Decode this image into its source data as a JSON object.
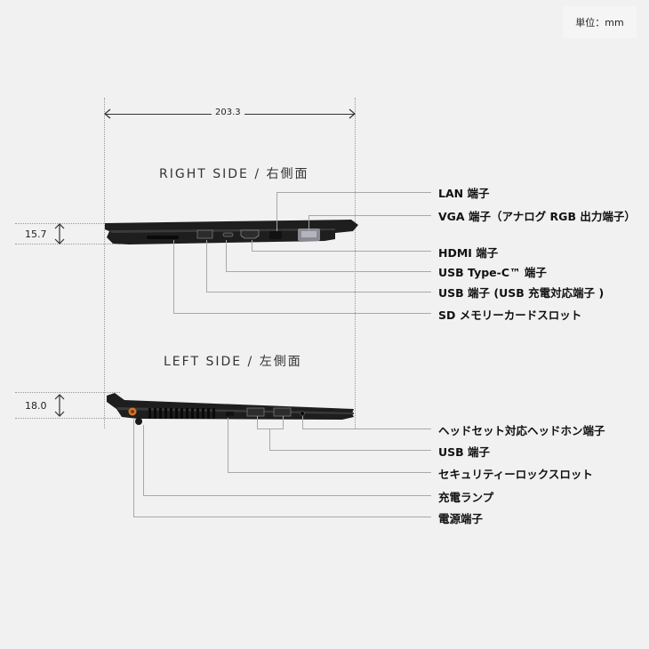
{
  "unit_badge": "単位：mm",
  "width_dimension": "203.3",
  "right_side": {
    "title": "RIGHT SIDE / 右側面",
    "height_dimension": "15.7",
    "callouts": [
      "LAN 端子",
      "VGA 端子（アナログ RGB 出力端子）",
      "HDMI 端子",
      "USB Type-C™ 端子",
      "USB 端子 (USB 充電対応端子 )",
      "SD メモリーカードスロット"
    ]
  },
  "left_side": {
    "title": "LEFT SIDE / 左側面",
    "height_dimension": "18.0",
    "callouts": [
      "ヘッドセット対応ヘッドホン端子",
      "USB 端子",
      "セキュリティーロックスロット",
      "充電ランプ",
      "電源端子"
    ]
  },
  "colors": {
    "background": "#f1f1f1",
    "laptop_body": "#1e1e1e",
    "leader_line": "#a8a8a8",
    "power_port_accent": "#d9742a"
  }
}
